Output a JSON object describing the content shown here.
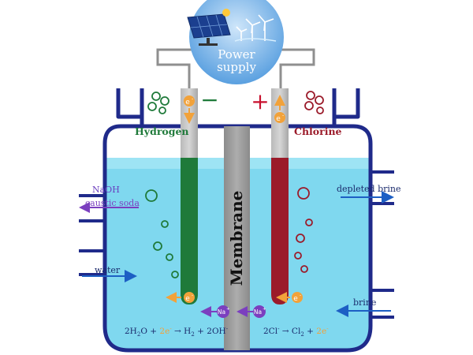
{
  "power_supply": {
    "line1": "Power",
    "line2": "supply"
  },
  "electrodes": {
    "cathode_sign": "−",
    "anode_sign": "+",
    "electron": "e",
    "electron_sup": "-"
  },
  "gases": {
    "hydrogen": "Hydrogen",
    "chlorine": "Chlorine"
  },
  "membrane": "Membrane",
  "flows": {
    "naoh": "NaOH",
    "caustic_soda": "caustic soda",
    "water": "water",
    "depleted_brine": "depleted brine",
    "brine": "brine"
  },
  "ions": {
    "sodium": "Na",
    "sodium_sup": "+"
  },
  "reactions": {
    "cathode": {
      "part1": "2H",
      "sub1": "2",
      "part2": "O + ",
      "e_coef": "2e",
      "e_sup": "-",
      "arrow": " → H",
      "sub2": "2",
      "part3": " + 2OH",
      "oh_sup": "-"
    },
    "anode": {
      "part1": "2Cl",
      "cl_sup": "-",
      "arrow": " → Cl",
      "sub1": "2",
      "part2": " + ",
      "e_coef": "2e",
      "e_sup": "-"
    }
  },
  "colors": {
    "vessel_outline": "#1f2a8a",
    "brine": "#7fd8ef",
    "cathode": "#1f7a3a",
    "anode": "#9b1b2a",
    "electron": "#f2a23a",
    "sodium_ion": "#7b3fbf",
    "flow_arrow": "#1d5fc4",
    "membrane": "#9a9a9a"
  }
}
